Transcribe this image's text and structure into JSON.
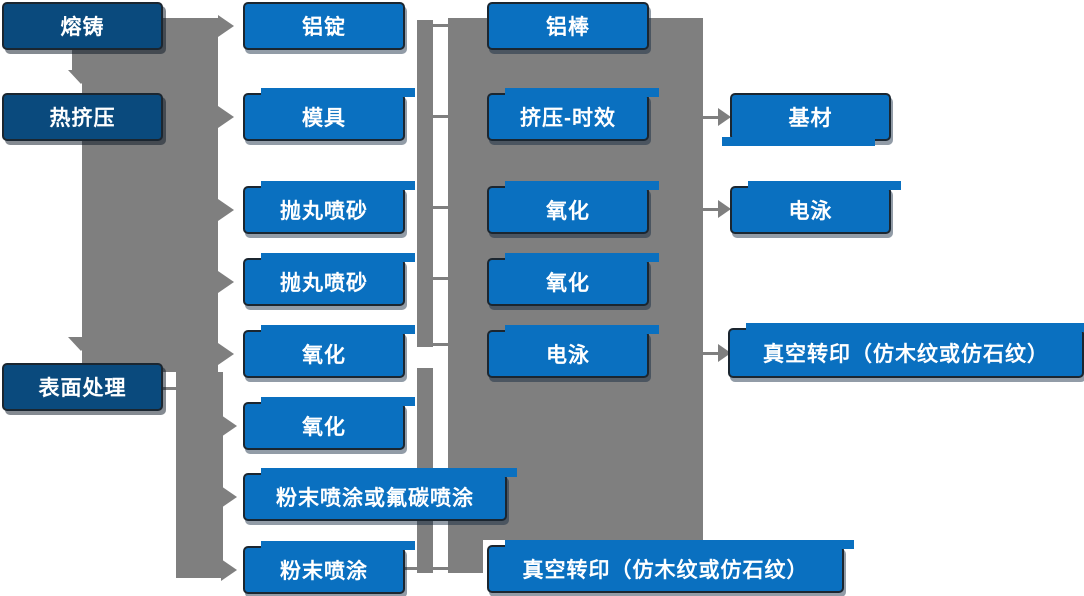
{
  "diagram": {
    "description": "Aluminium profile production process flowchart",
    "colors": {
      "primary_blue": "#0a70c0",
      "dark_navy": "#0a4a7d",
      "connector_gray": "#7f7f7f",
      "text": "#ffffff"
    }
  },
  "nodes": [
    {
      "id": "melt-casting",
      "label": "熔铸"
    },
    {
      "id": "hot-extrusion",
      "label": "热挤压"
    },
    {
      "id": "surface-treatment",
      "label": "表面处理"
    },
    {
      "id": "aluminum-ingot",
      "label": "铝锭"
    },
    {
      "id": "mold",
      "label": "模具"
    },
    {
      "id": "shot-blasting-1",
      "label": "抛丸喷砂"
    },
    {
      "id": "shot-blasting-2",
      "label": "抛丸喷砂"
    },
    {
      "id": "oxidation-1",
      "label": "氧化"
    },
    {
      "id": "oxidation-2",
      "label": "氧化"
    },
    {
      "id": "powder-or-fluorocarbon-spraying",
      "label": "粉末喷涂或氟碳喷涂"
    },
    {
      "id": "powder-spraying",
      "label": "粉末喷涂"
    },
    {
      "id": "aluminum-rod",
      "label": "铝棒"
    },
    {
      "id": "extrusion-aging",
      "label": "挤压-时效"
    },
    {
      "id": "oxidation-3",
      "label": "氧化"
    },
    {
      "id": "oxidation-4",
      "label": "氧化"
    },
    {
      "id": "electrophoresis-1",
      "label": "电泳"
    },
    {
      "id": "vacuum-transfer-1",
      "label": "真空转印（仿木纹或仿石纹）"
    },
    {
      "id": "base-material",
      "label": "基材"
    },
    {
      "id": "electrophoresis-2",
      "label": "电泳"
    },
    {
      "id": "vacuum-transfer-2",
      "label": "真空转印（仿木纹或仿石纹）"
    }
  ],
  "edges": [
    {
      "from": "熔铸",
      "to": "热挤压"
    },
    {
      "from": "热挤压",
      "to": "表面处理"
    },
    {
      "from": "process-bus",
      "to": "铝锭"
    },
    {
      "from": "process-bus",
      "to": "模具"
    },
    {
      "from": "process-bus",
      "to": "抛丸喷砂"
    },
    {
      "from": "process-bus",
      "to": "抛丸喷砂"
    },
    {
      "from": "process-bus",
      "to": "氧化"
    },
    {
      "from": "表面处理",
      "to": "氧化"
    },
    {
      "from": "表面处理",
      "to": "粉末喷涂或氟碳喷涂"
    },
    {
      "from": "表面处理",
      "to": "粉末喷涂"
    },
    {
      "from": "铝锭",
      "to": "铝棒"
    },
    {
      "from": "模具",
      "to": "挤压-时效"
    },
    {
      "from": "挤压-时效",
      "to": "基材"
    },
    {
      "from": "氧化",
      "to": "电泳"
    },
    {
      "from": "电泳",
      "to": "真空转印（仿木纹或仿石纹）"
    },
    {
      "from": "粉末喷涂",
      "to": "真空转印（仿木纹或仿石纹）"
    }
  ]
}
